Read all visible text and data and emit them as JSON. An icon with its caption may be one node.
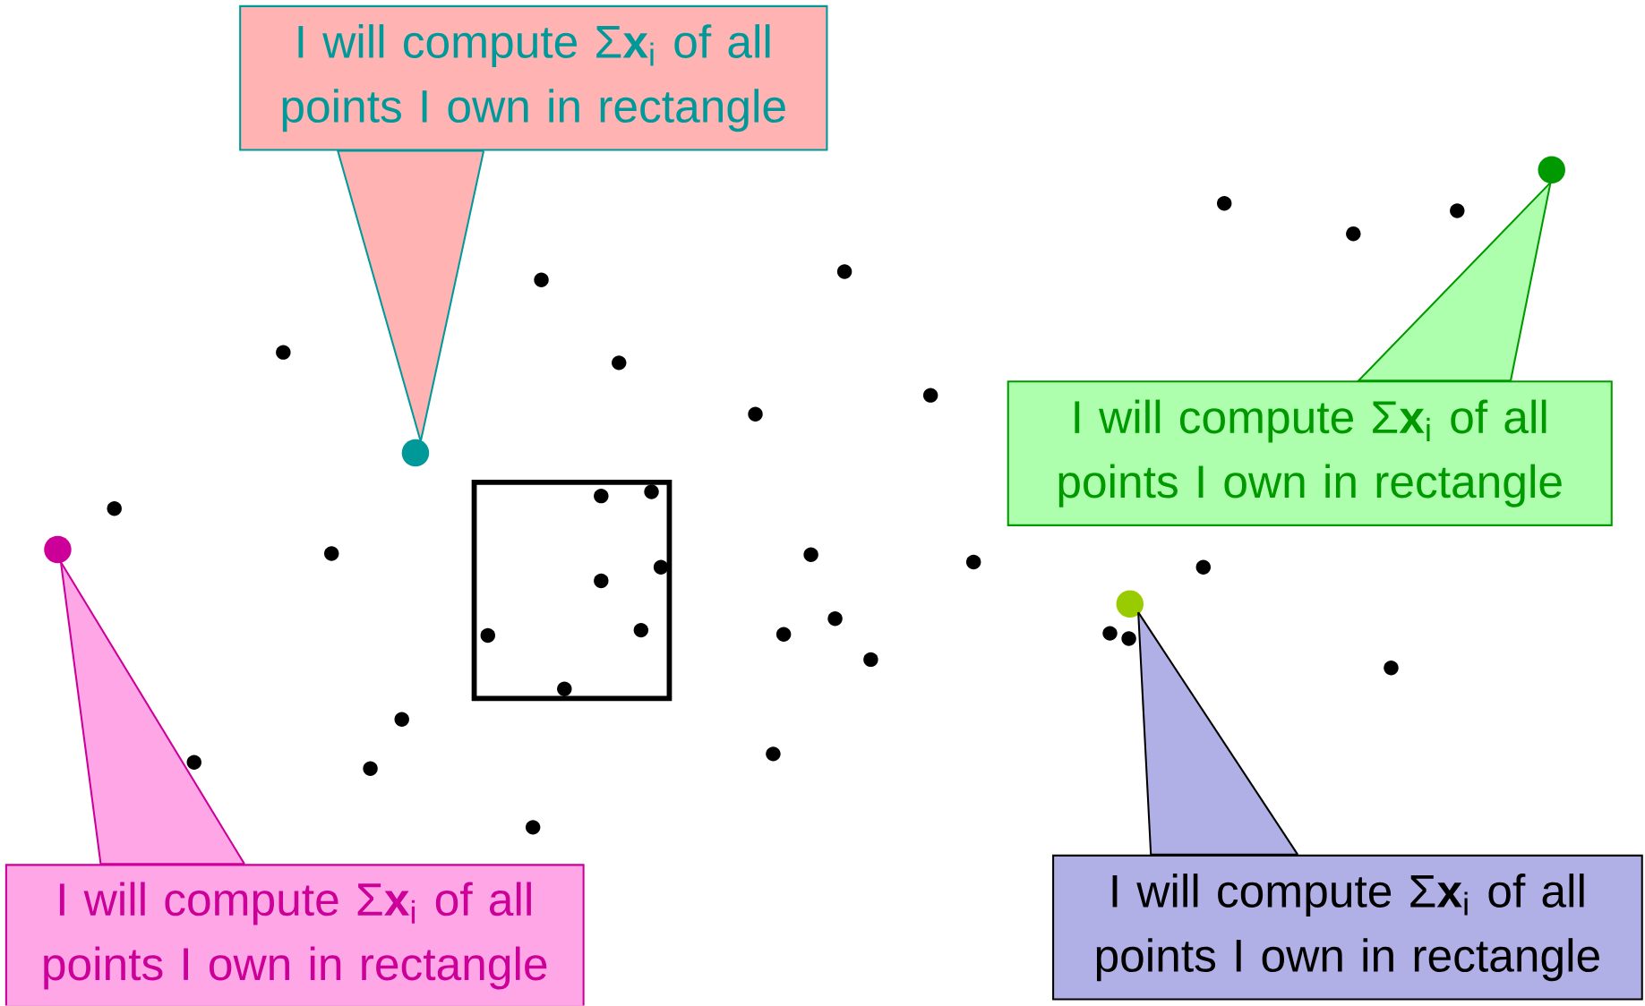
{
  "diagram": {
    "nodes": [
      {
        "text": [
          "I will compute Σ**x**$_{i}$ of all points I own in rectangle"
        ]
      },
      {
        "text": [
          "I will compute Σ**x**$_{i}$ of all points I own in rectangle"
        ]
      },
      {
        "text": [
          "I will compute Σ**x**$_{i}$ of all points I own in rectangle"
        ]
      },
      {
        "text": [
          "I will compute Σ**x**$_{i}$ of all points I own in rectangle"
        ]
      },
      {
        "text": [],
        "shape": "circle"
      },
      {
        "text": [],
        "shape": "circle"
      },
      {
        "text": [],
        "shape": "circle"
      },
      {
        "text": [],
        "shape": "circle"
      }
    ],
    "edges": [
      {
        "from": 0,
        "to": 5,
        "arrow": "none",
        "color": "#009999"
      },
      {
        "from": 1,
        "to": 7,
        "arrow": "none",
        "color": "#009900"
      },
      {
        "from": 2,
        "to": 4,
        "arrow": "none",
        "color": "#cc0099"
      },
      {
        "from": 3,
        "to": 6,
        "arrow": "none",
        "color": "#000000"
      }
    ]
  }
}
